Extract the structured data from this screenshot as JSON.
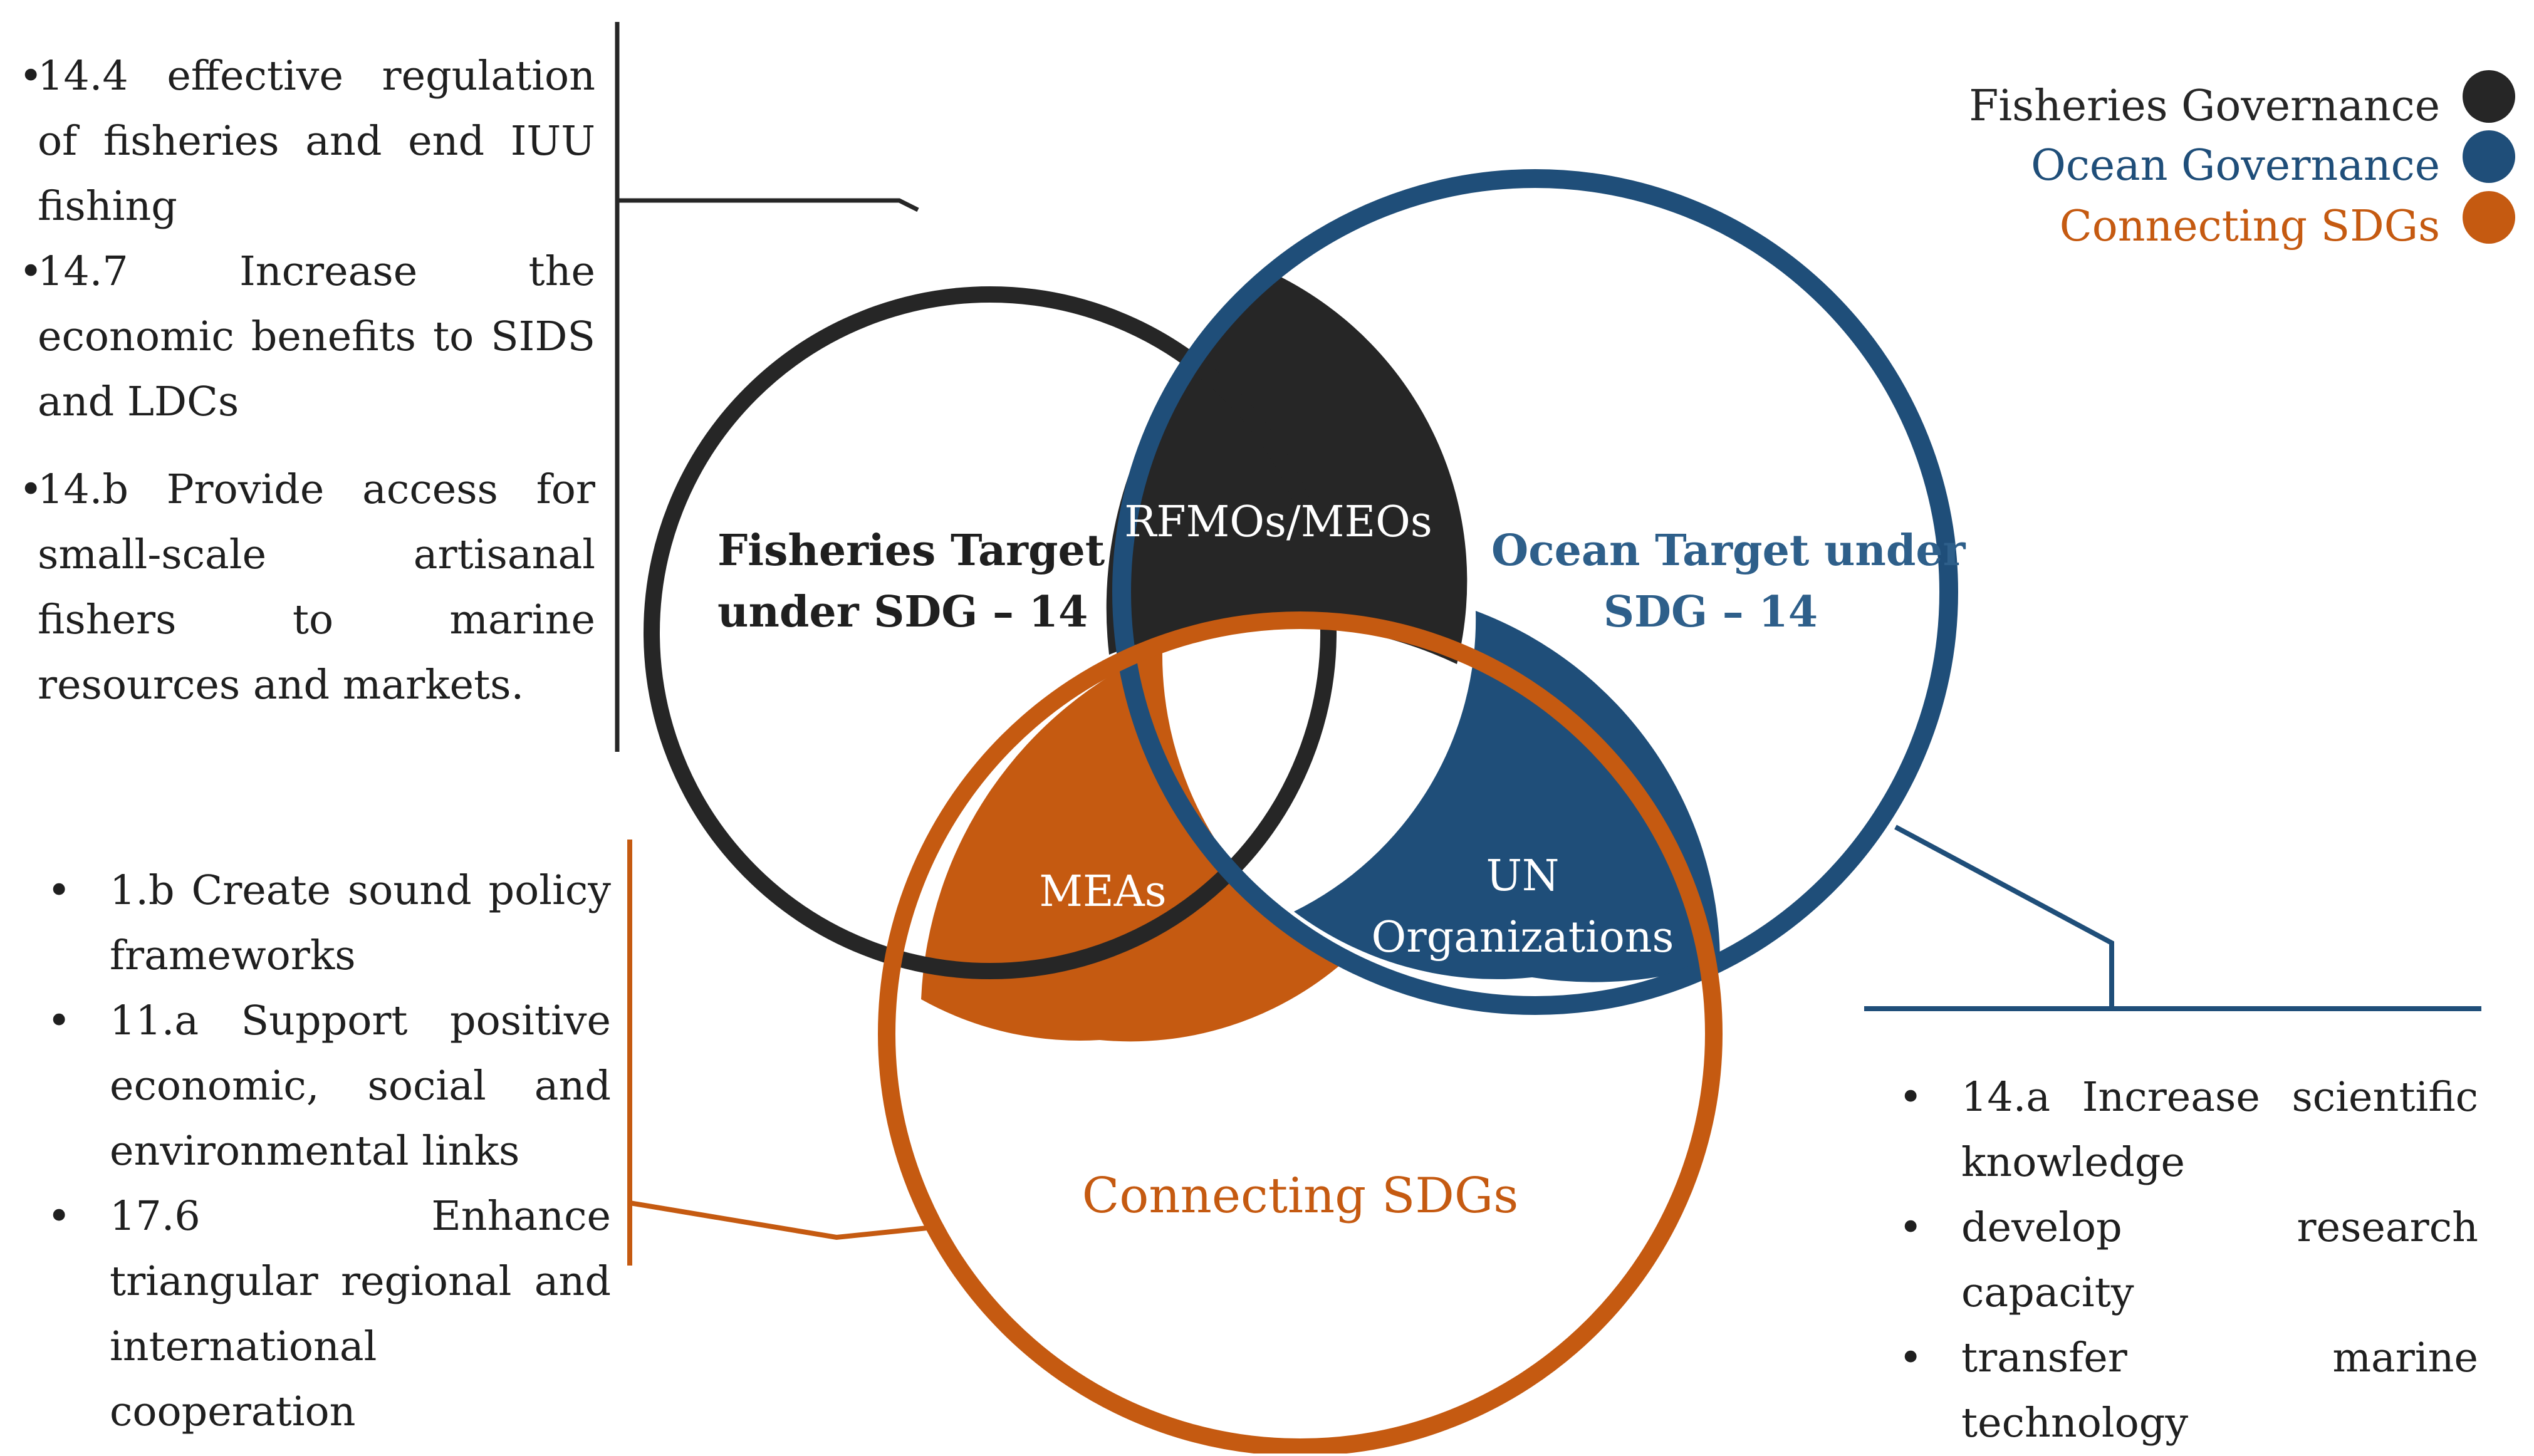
{
  "colors": {
    "fisheries": "#262626",
    "ocean": "#1f4e79",
    "connecting": "#c55a11",
    "background": "#ffffff"
  },
  "legend": [
    {
      "label": "Fisheries Governance",
      "color": "#262626"
    },
    {
      "label": "Ocean Governance",
      "color": "#1f4e79"
    },
    {
      "label": "Connecting SDGs",
      "color": "#c55a11"
    }
  ],
  "circles": {
    "fisheries": {
      "line1": "Fisheries Target",
      "line2": "under SDG – 14"
    },
    "ocean": {
      "line1": "Ocean Target under",
      "line2": "SDG – 14"
    },
    "connecting": {
      "label": "Connecting SDGs"
    }
  },
  "overlaps": {
    "fisheries_ocean": "RFMOs/MEOs",
    "fisheries_connecting": "MEAs",
    "ocean_connecting": {
      "line1": "UN",
      "line2": "Organizations"
    }
  },
  "fisheries_targets": [
    "14.4 effective regulation of fisheries and end IUU fishing",
    "14.7 Increase the economic benefits to SIDS and LDCs",
    "14.b Provide access for small-scale artisanal fishers to marine resources and markets."
  ],
  "connecting_targets": [
    "1.b Create sound policy frameworks",
    "11.a Support positive economic, social and environmental links",
    "17.6 Enhance triangular regional and international cooperation"
  ],
  "ocean_targets": [
    "14.a Increase scientific knowledge",
    "develop research capacity",
    "transfer marine technology"
  ]
}
